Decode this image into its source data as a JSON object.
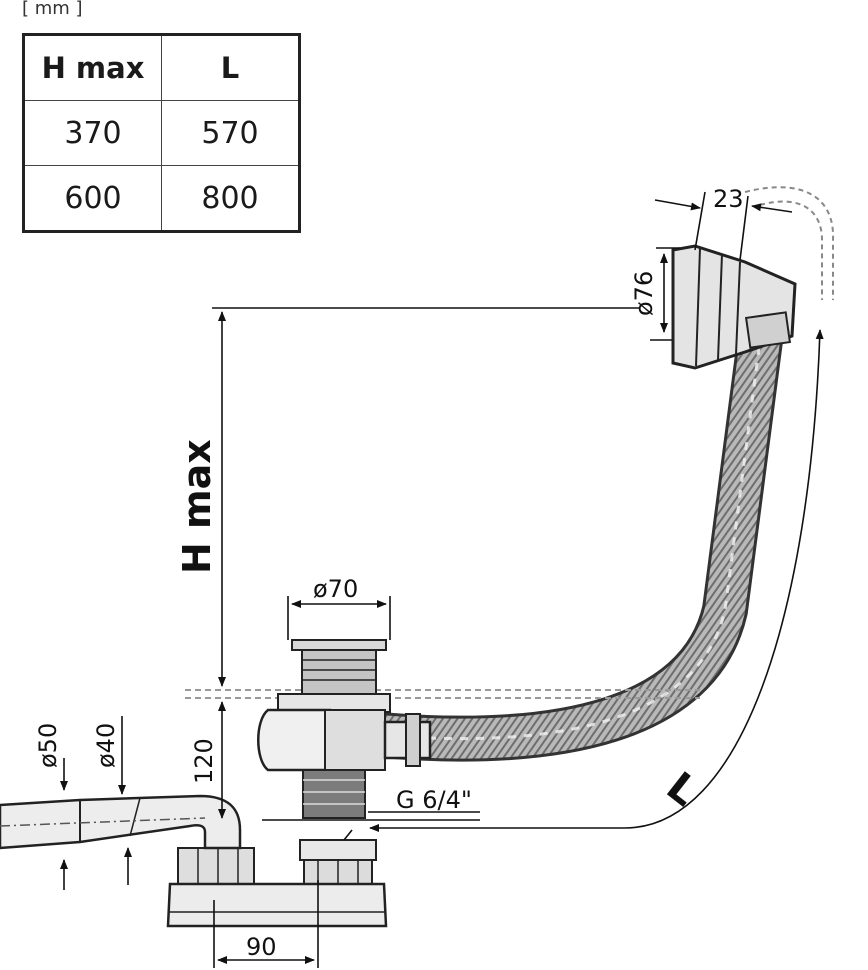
{
  "unit_label": "[ mm ]",
  "table": {
    "headers": [
      "H max",
      "L"
    ],
    "rows": [
      [
        "370",
        "570"
      ],
      [
        "600",
        "800"
      ]
    ]
  },
  "dimensions": {
    "h_max": "H max",
    "length": "L",
    "d76": "ø76",
    "w23": "23",
    "d70": "ø70",
    "d50": "ø50",
    "d40": "ø40",
    "h120": "120",
    "thread": "G 6/4\"",
    "w90": "90"
  }
}
